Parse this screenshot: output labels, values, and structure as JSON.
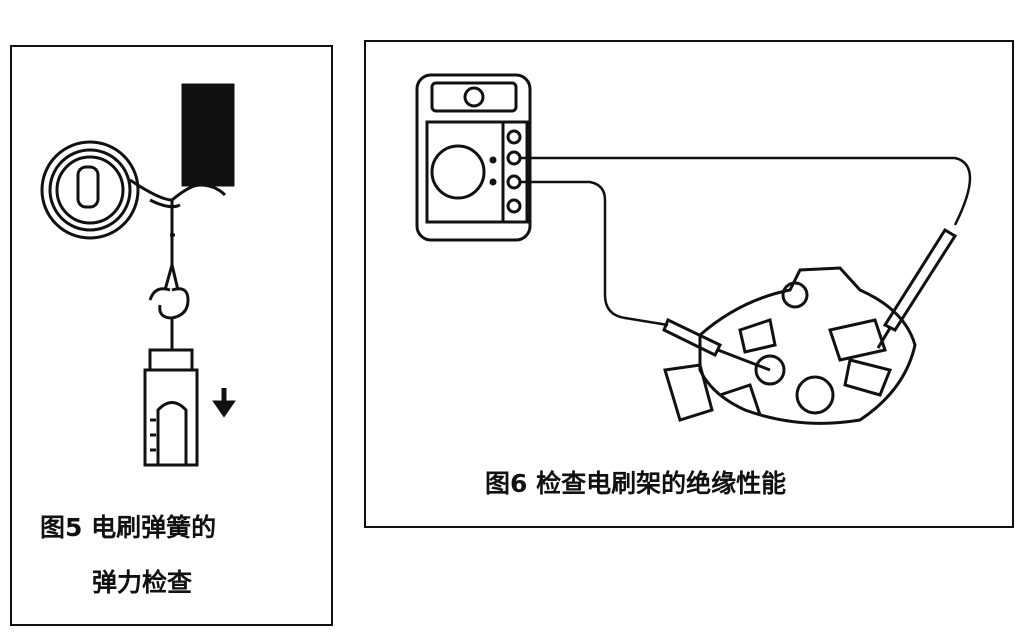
{
  "figure5": {
    "caption_line1": "图5 电刷弹簧的",
    "caption_line2": "弹力检查"
  },
  "figure6": {
    "caption": "图6 检查电刷架的绝缘性能"
  },
  "colors": {
    "ink": "#111111",
    "background": "#ffffff"
  }
}
